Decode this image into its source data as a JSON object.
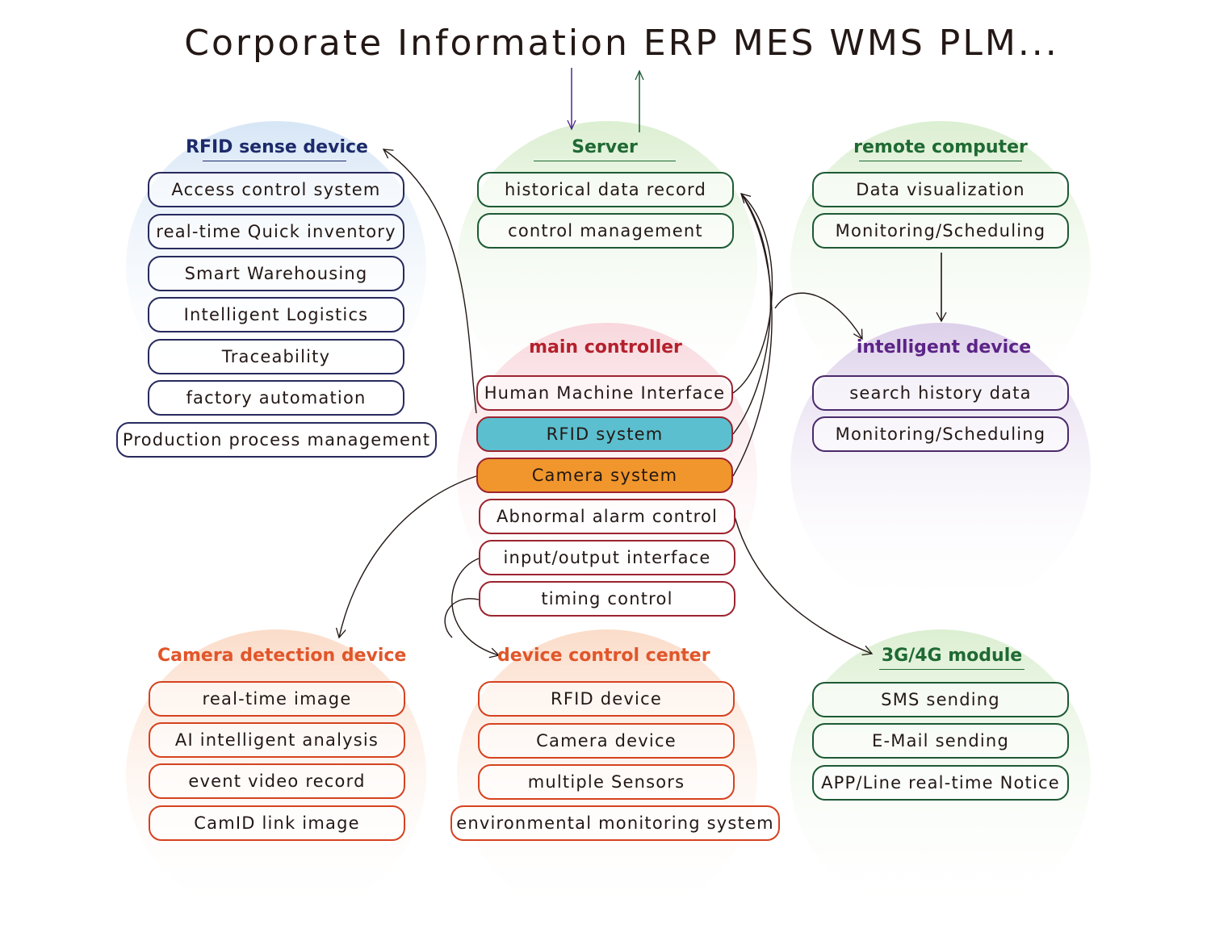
{
  "title": "Corporate Information ERP MES WMS PLM...",
  "colors": {
    "blue": "#1d2b6b",
    "green": "#1f6a33",
    "red": "#b4202c",
    "purple": "#5b2486",
    "orange": "#e0562a",
    "rfid_system_fill": "#5bbfcf",
    "camera_system_fill": "#f0962c"
  },
  "groups": {
    "rfid_sense": {
      "title": "RFID sense device",
      "items": [
        "Access control system",
        "real-time Quick inventory",
        "Smart Warehousing",
        "Intelligent Logistics",
        "Traceability",
        "factory automation",
        "Production process management"
      ]
    },
    "server": {
      "title": "Server",
      "items": [
        "historical data record",
        "control management"
      ]
    },
    "remote_computer": {
      "title": "remote computer",
      "items": [
        "Data visualization",
        "Monitoring/Scheduling"
      ]
    },
    "main_controller": {
      "title": "main controller",
      "items": [
        "Human Machine Interface",
        "RFID system",
        "Camera system",
        "Abnormal alarm control",
        "input/output interface",
        "timing control"
      ]
    },
    "intelligent_device": {
      "title": "intelligent device",
      "items": [
        "search history data",
        "Monitoring/Scheduling"
      ]
    },
    "camera_detection": {
      "title": "Camera detection device",
      "items": [
        "real-time image",
        "AI intelligent analysis",
        "event video record",
        "CamID link image"
      ]
    },
    "device_control": {
      "title": "device control center",
      "items": [
        "RFID device",
        "Camera device",
        "multiple Sensors",
        "environmental monitoring system"
      ]
    },
    "module_3g4g": {
      "title": "3G/4G module",
      "items": [
        "SMS sending",
        "E-Mail sending",
        "APP/Line real-time Notice"
      ]
    }
  }
}
